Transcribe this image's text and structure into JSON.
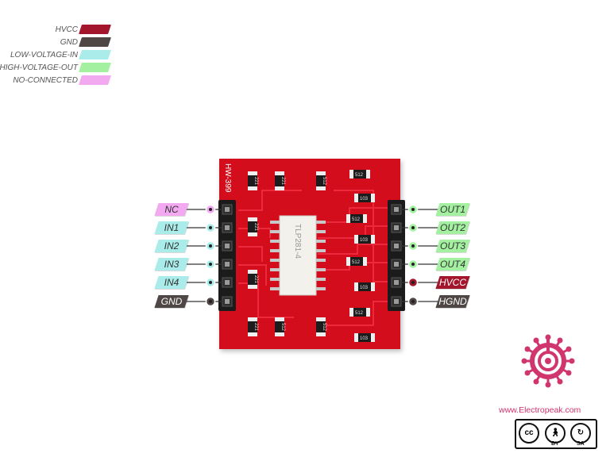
{
  "legend": [
    {
      "label": "HVCC",
      "color": "#a3152c"
    },
    {
      "label": "GND",
      "color": "#4e4745"
    },
    {
      "label": "LOW-VOLTAGE-IN",
      "color": "#a9ece9"
    },
    {
      "label": "HIGH-VOLTAGE-OUT",
      "color": "#a3f0a0"
    },
    {
      "label": "NO-CONNECTED",
      "color": "#f2a9f0"
    }
  ],
  "board": {
    "silkscreen": "HW-399",
    "chip_marking": "TLP281-4",
    "resistor_code": "512",
    "resistor_code_alt": "221",
    "led_resistor_code": "103",
    "color": "#d40f1e"
  },
  "left_pins": [
    {
      "label": "NC",
      "type": "nc"
    },
    {
      "label": "IN1",
      "type": "low-in"
    },
    {
      "label": "IN2",
      "type": "low-in"
    },
    {
      "label": "IN3",
      "type": "low-in"
    },
    {
      "label": "IN4",
      "type": "low-in"
    },
    {
      "label": "GND",
      "type": "gnd"
    }
  ],
  "right_pins": [
    {
      "label": "OUT1",
      "type": "high-out"
    },
    {
      "label": "OUT2",
      "type": "high-out"
    },
    {
      "label": "OUT3",
      "type": "high-out"
    },
    {
      "label": "OUT4",
      "type": "high-out"
    },
    {
      "label": "HVCC",
      "type": "hvcc"
    },
    {
      "label": "HGND",
      "type": "gnd"
    }
  ],
  "pin_colors": {
    "nc": "#f2a9f0",
    "low-in": "#a9ece9",
    "high-out": "#a3f0a0",
    "hvcc": "#a3152c",
    "gnd": "#4e4745"
  },
  "brand": {
    "url": "www.Electropeak.com",
    "accent": "#d1356e",
    "license_by": "BY",
    "license_sa": "SA",
    "license_cc": "cc"
  }
}
